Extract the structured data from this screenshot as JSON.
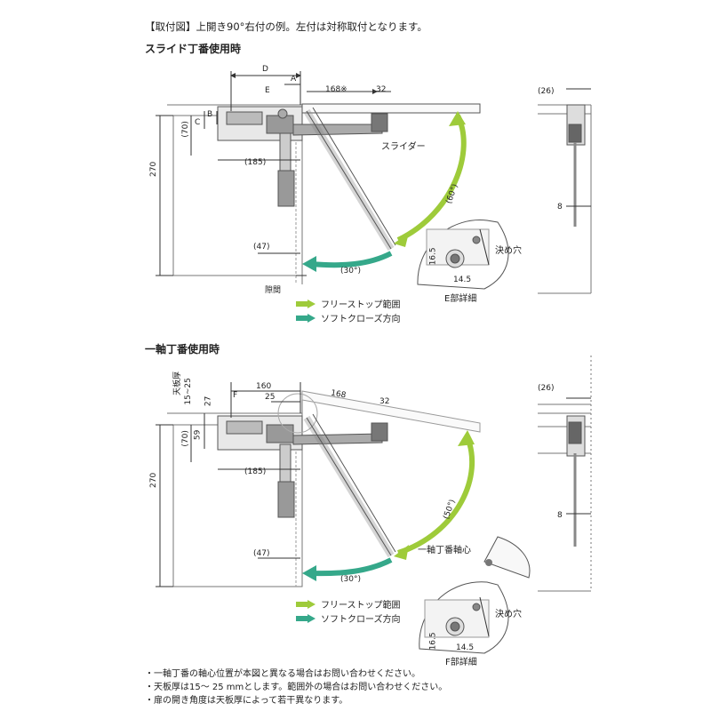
{
  "header": "【取付図】上開き90°右付の例。左付は対称取付となります。",
  "section1": {
    "title": "スライド丁番使用時",
    "dims": {
      "D": "D",
      "A": "A",
      "E": "E",
      "C": "C",
      "B": "B",
      "seventy": "(70)",
      "height": "270",
      "width185": "(185)",
      "w47": "(47)",
      "slide168": "168※",
      "w32": "32",
      "w26": "(26)",
      "w8": "8",
      "gap": "隙間",
      "a60": "(60°)",
      "a30": "(30°)"
    },
    "slider_label": "スライダー",
    "detail": {
      "hole": "決め穴",
      "d165": "16.5",
      "d145": "14.5",
      "caption": "E部詳細"
    }
  },
  "section2": {
    "title": "一軸丁番使用時",
    "dims": {
      "top": "天板厚",
      "top_range": "15~25",
      "d160": "160",
      "d25": "25",
      "F": "F",
      "d168": "168",
      "d32": "32",
      "d27": "27",
      "d59": "59",
      "seventy": "(70)",
      "height": "270",
      "width185": "(185)",
      "w47": "(47)",
      "w26": "(26)",
      "w8": "8",
      "a50": "(50°)",
      "a30": "(30°)"
    },
    "axis_label": "一軸丁番軸心",
    "detail": {
      "hole": "決め穴",
      "d165": "16.5",
      "d145": "14.5",
      "caption": "F部詳細"
    }
  },
  "legend": {
    "free_stop": "フリーストップ範囲",
    "soft_close": "ソフトクローズ方向"
  },
  "notes": [
    "・一軸丁番の軸心位置が本図と異なる場合はお問い合わせください。",
    "・天板厚は15～ 25 mmとします。範囲外の場合はお問い合わせください。",
    "・扉の開き角度は天板厚によって若干異なります。"
  ],
  "colors": {
    "free_stop": "#9ecb3a",
    "soft_close": "#35a88a",
    "line": "#555555",
    "dim": "#333333"
  }
}
